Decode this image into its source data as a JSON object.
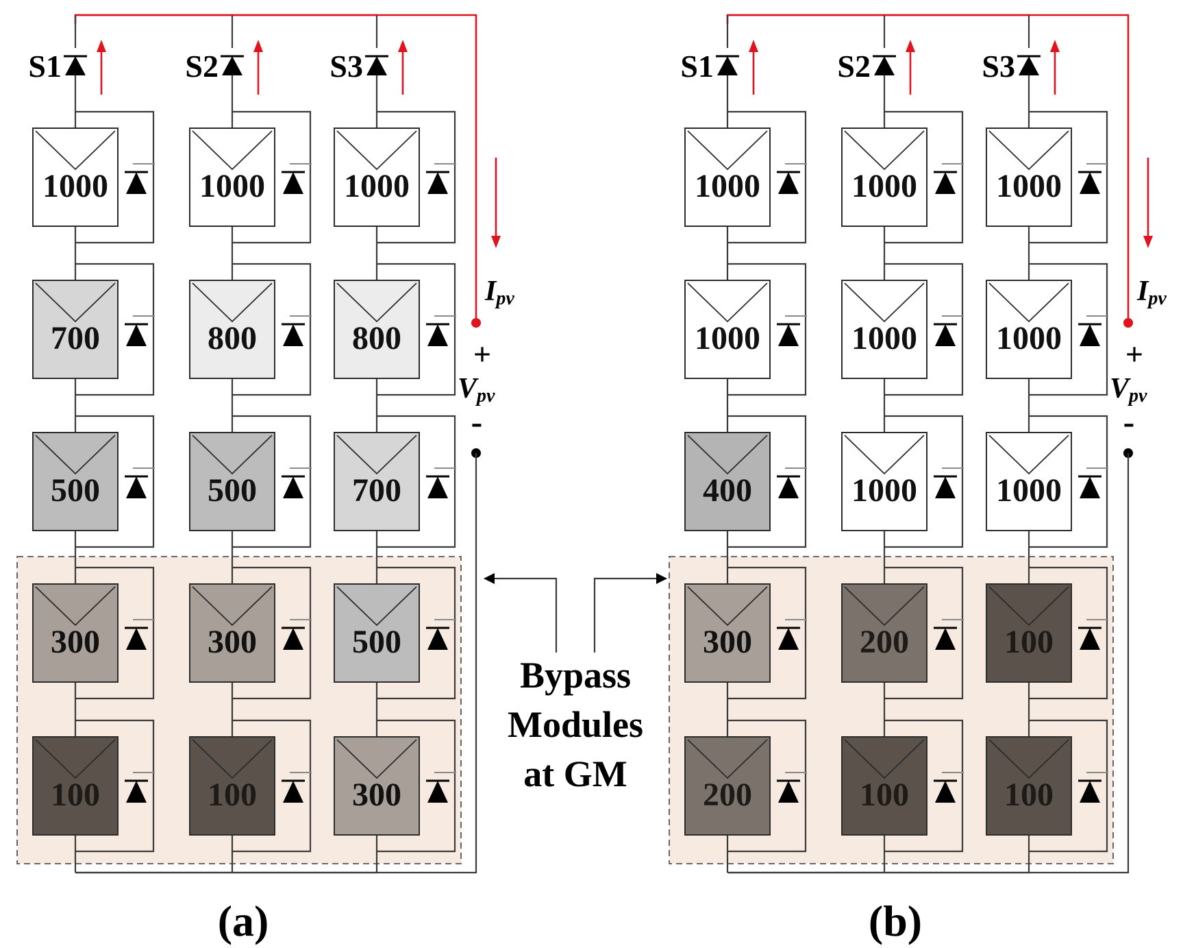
{
  "panels": [
    {
      "id": "a",
      "caption": "(a)",
      "strings": [
        {
          "label": "S1",
          "modules": [
            1000,
            700,
            500,
            300,
            100
          ]
        },
        {
          "label": "S2",
          "modules": [
            1000,
            800,
            500,
            300,
            100
          ]
        },
        {
          "label": "S3",
          "modules": [
            1000,
            800,
            700,
            500,
            300
          ]
        }
      ]
    },
    {
      "id": "b",
      "caption": "(b)",
      "strings": [
        {
          "label": "S1",
          "modules": [
            1000,
            1000,
            400,
            300,
            200
          ]
        },
        {
          "label": "S2",
          "modules": [
            1000,
            1000,
            1000,
            200,
            100
          ]
        },
        {
          "label": "S3",
          "modules": [
            1000,
            1000,
            1000,
            100,
            100
          ]
        }
      ]
    }
  ],
  "current_label": "I",
  "current_sub": "pv",
  "voltage_label": "V",
  "voltage_sub": "pv",
  "plus_sign": "+",
  "minus_sign": "-",
  "annotation": {
    "line1": "Bypass",
    "line2": "Modules",
    "line3": "at GM"
  },
  "colors": {
    "current": "#e0141e",
    "bypass_region_fill": "#f7ebe1",
    "irradiance_1000": "#ffffff",
    "irradiance_800": "#ececec",
    "irradiance_700": "#d6d6d6",
    "irradiance_500": "#bcbcbc",
    "irradiance_400": "#b4b4b4",
    "irradiance_300": "#a8a098",
    "irradiance_200": "#7b736b",
    "irradiance_100": "#5a524b"
  }
}
